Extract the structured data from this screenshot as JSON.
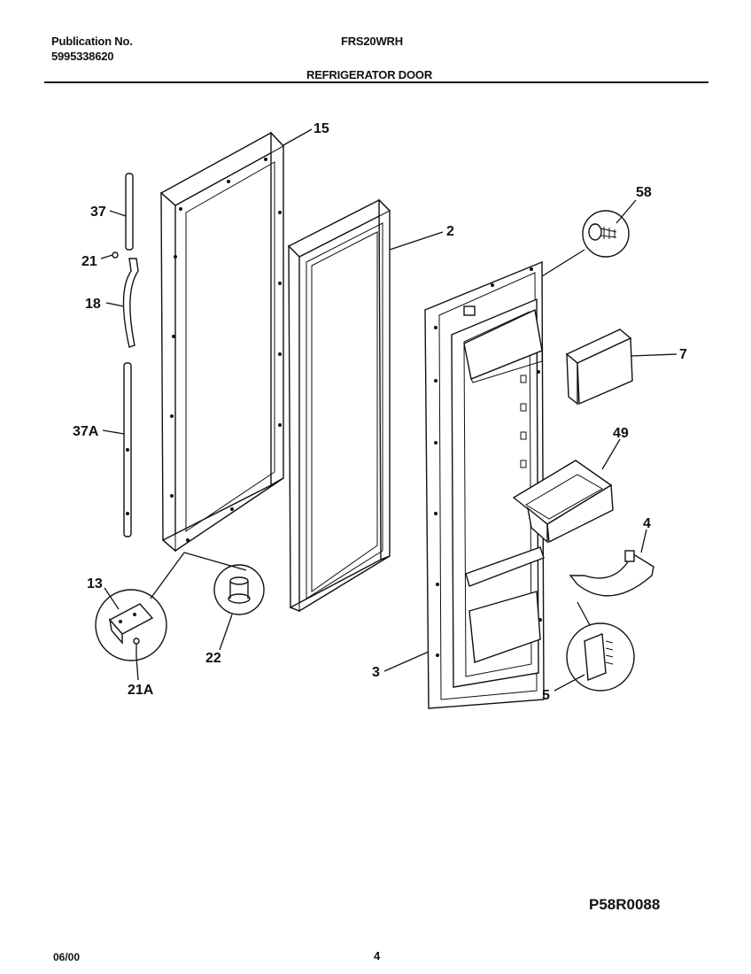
{
  "header": {
    "publication_label": "Publication No.",
    "publication_number": "5995338620",
    "model": "FRS20WRH",
    "section_title": "REFRIGERATOR DOOR"
  },
  "callouts": {
    "c15": "15",
    "c2": "2",
    "c58": "58",
    "c7": "7",
    "c49": "49",
    "c4": "4",
    "c5": "5",
    "c3": "3",
    "c37": "37",
    "c21": "21",
    "c18": "18",
    "c37a": "37A",
    "c13": "13",
    "c21a": "21A",
    "c22": "22"
  },
  "footer": {
    "diagram_code": "P58R0088",
    "date": "06/00",
    "page_number": "4"
  }
}
